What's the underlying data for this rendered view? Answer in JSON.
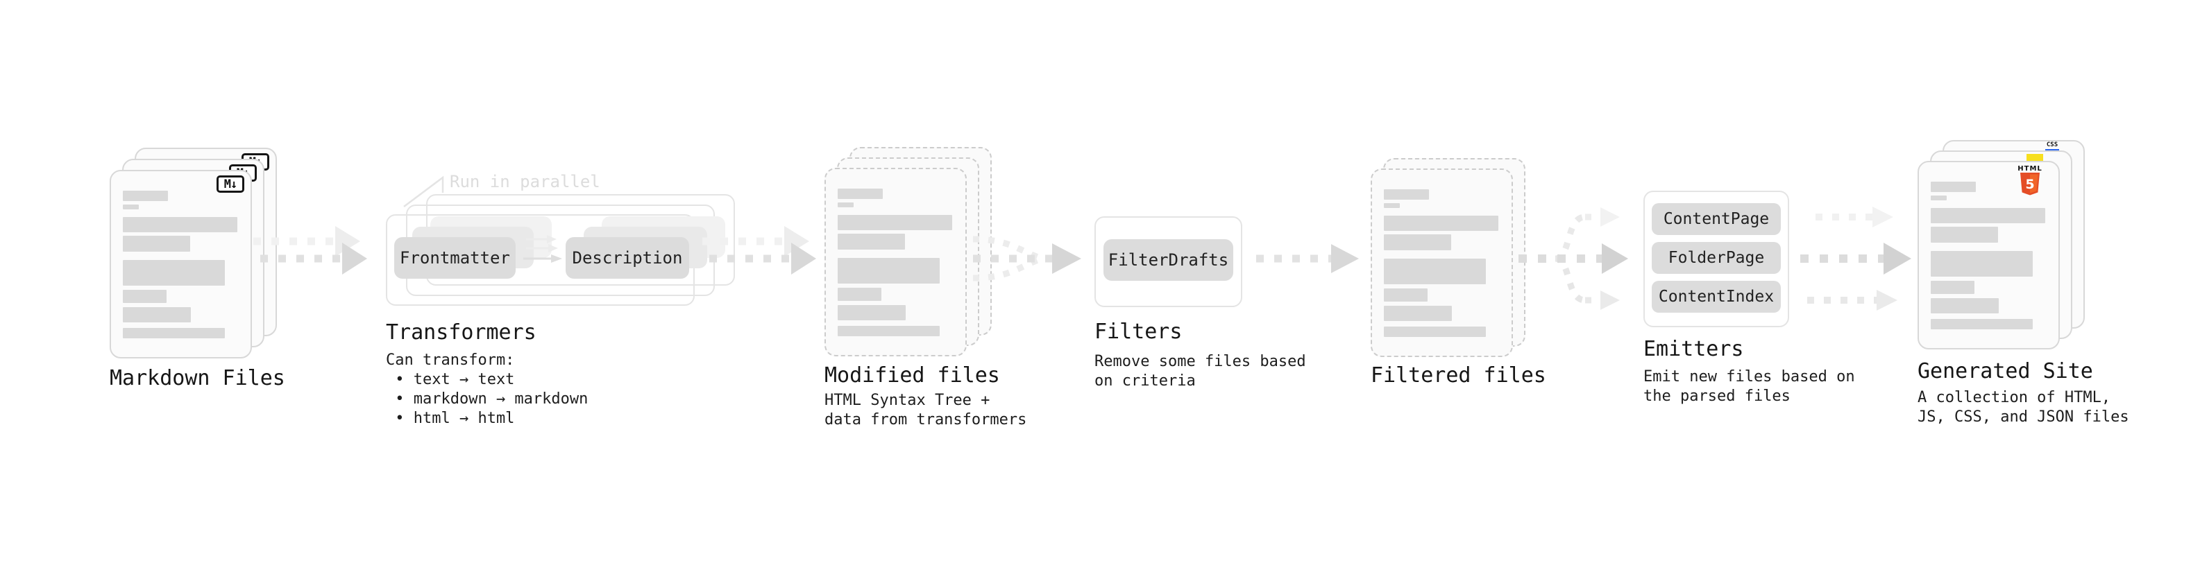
{
  "colors": {
    "bar_gray": "#d9d9d9",
    "pill_gray": "#dcdcdc",
    "arrow_gray": "#d8d8d8",
    "arrow_light": "#ececec",
    "markdown_badge_black": "#151515",
    "css_blue": "#2965f1",
    "js_yellow": "#f7df1e",
    "html5_orange": "#e44d26"
  },
  "stages": {
    "markdown_files": {
      "label": "Markdown Files",
      "badge": "M↓",
      "icon": "markdown-icon"
    },
    "transformers": {
      "label": "Transformers",
      "note": "Run in parallel",
      "pills": [
        "Frontmatter",
        "Description"
      ],
      "caption_lines": [
        "Can transform:",
        " • text → text",
        " • markdown → markdown",
        " • html → html"
      ]
    },
    "modified_files": {
      "label": "Modified files",
      "caption_lines": [
        "HTML Syntax Tree +",
        "data from transformers"
      ]
    },
    "filters": {
      "label": "Filters",
      "pills": [
        "FilterDrafts"
      ],
      "caption_lines": [
        "Remove some files based",
        "on criteria"
      ]
    },
    "filtered_files": {
      "label": "Filtered files"
    },
    "emitters": {
      "label": "Emitters",
      "pills": [
        "ContentPage",
        "FolderPage",
        "ContentIndex"
      ],
      "caption_lines": [
        "Emit new files based on",
        "the parsed files"
      ]
    },
    "generated_site": {
      "label": "Generated Site",
      "badges": {
        "css": "CSS",
        "html_word": "HTML",
        "html_number": "5"
      },
      "caption_lines": [
        "A collection of HTML,",
        "JS, CSS, and JSON files"
      ]
    }
  }
}
